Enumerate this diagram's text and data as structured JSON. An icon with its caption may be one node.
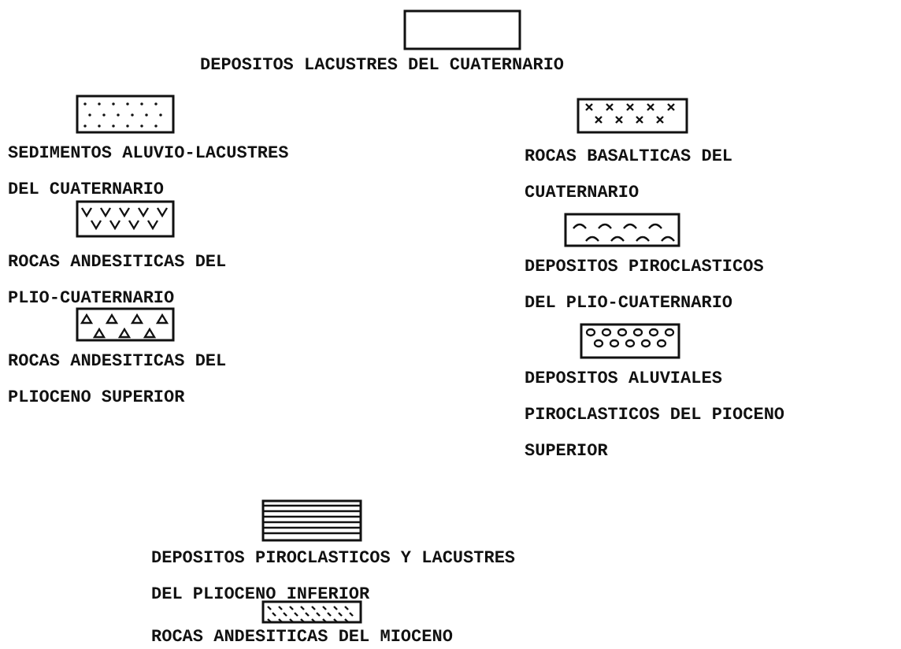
{
  "diagram": {
    "legend": [
      {
        "text": "DEPOSITOS LACUSTRES DEL CUATERNARIO"
      },
      {
        "text": "SEDIMENTOS ALUVIO-LACUSTRES DEL CUATERNARIO"
      },
      {
        "text": "ROCAS BASALTICAS DEL CUATERNARIO"
      },
      {
        "text": "ROCAS ANDESITICAS DEL PLIO-CUATERNARIO"
      },
      {
        "text": "DEPOSITOS PIROCLASTICOS DEL PLIO-CUATERNARIO"
      },
      {
        "text": "ROCAS ANDESITICAS DEL PLIOCENO SUPERIOR"
      },
      {
        "text": "DEPOSITOS ALUVIALES PIROCLASTICOS DEL PIOCENO SUPERIOR"
      },
      {
        "text": "DEPOSITOS PIROCLASTICOS Y LACUSTRES DEL PLIOCENO INFERIOR"
      },
      {
        "text": "ROCAS ANDESITICAS DEL MIOCENO"
      }
    ]
  }
}
